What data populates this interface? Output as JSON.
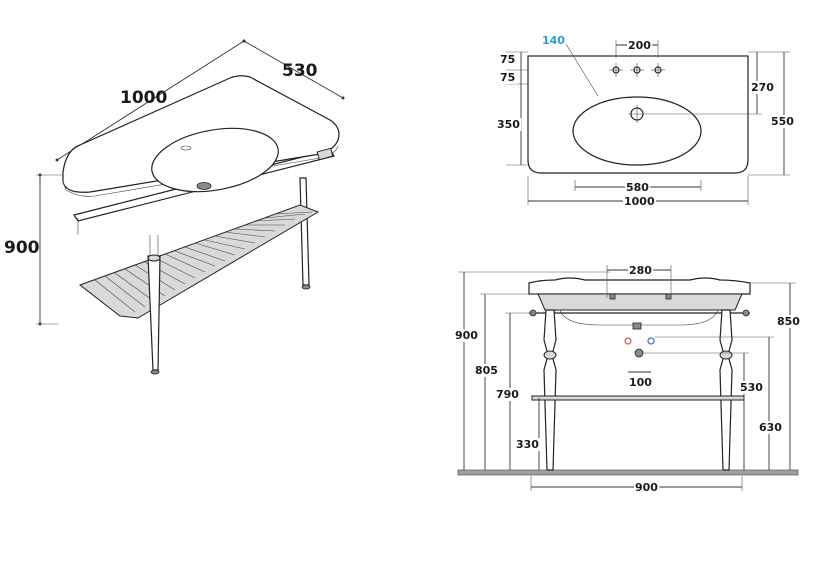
{
  "iso_view": {
    "width": "1000",
    "depth": "530",
    "height": "900"
  },
  "top_view": {
    "tap_hole": "140",
    "hole_spacing": "200",
    "offset_a": "75",
    "offset_b": "75",
    "to_hole": "270",
    "to_front": "350",
    "depth": "550",
    "bowl_width": "580",
    "width": "1000"
  },
  "front_view": {
    "bracket_spacing": "280",
    "h_900": "900",
    "h_805": "805",
    "h_790": "790",
    "h_330": "330",
    "h_850": "850",
    "h_530": "530",
    "h_630": "630",
    "pipe_spacing": "100",
    "leg_spacing": "900"
  },
  "colors": {
    "accent": "#2a9fd6",
    "hot": "#d9534f",
    "cold": "#2a6fd6"
  }
}
